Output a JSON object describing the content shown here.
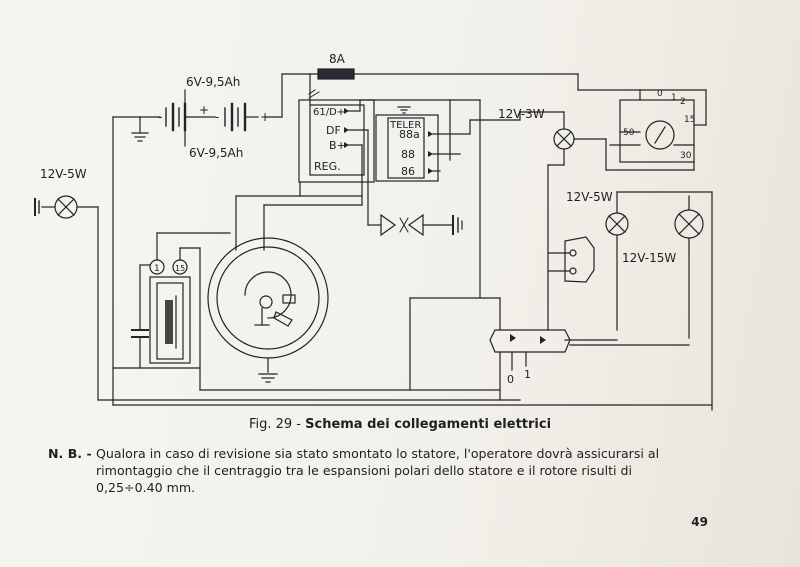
{
  "diagram": {
    "labels": {
      "fuse": "8A",
      "battery_top": "6V-9,5Ah",
      "battery_bottom": "6V-9,5Ah",
      "headlamp": "12V-5W",
      "lamp_top_center": "12V-3W",
      "lamp_right_upper": "12V-5W",
      "lamp_right_lower": "12V-15W",
      "reg_61d": "61/D+",
      "reg_df": "DF",
      "reg_b": "B+",
      "reg_name": "REG.",
      "teler_name": "TELER",
      "teler_88a": "88a",
      "teler_88": "88",
      "teler_86": "86",
      "switch_0": "0",
      "switch_1": "1",
      "switch_2": "2",
      "switch_15": "15",
      "switch_30": "30",
      "switch_50": "50",
      "coil_1": "1",
      "coil_15": "15",
      "plus_a": "+",
      "minus_a": "-",
      "plus_b": "+",
      "minus_b": "-",
      "dim_0": "0",
      "dim_1": "1"
    }
  },
  "caption": {
    "fig": "Fig. 29 - ",
    "title": "Schema dei collegamenti elettrici"
  },
  "note": {
    "prefix": "N. B. -",
    "line1": "Qualora in caso di revisione sia stato smontato lo statore, l'operatore dovrà assicurarsi al",
    "line2": "rimontaggio che il centraggio tra le espansioni polari dello statore e il rotore risulti di",
    "line3": "0,25÷0.40 mm."
  },
  "page_number": "49"
}
